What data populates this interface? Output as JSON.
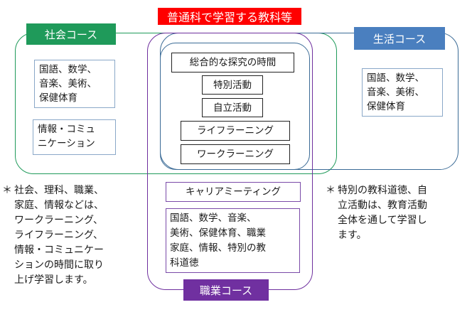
{
  "title": "普通科で学習する教科等",
  "courses": {
    "social": "社会コース",
    "life": "生活コース",
    "vocational": "職業コース"
  },
  "shared_activities": [
    "総合的な探究の時間",
    "特別活動",
    "自立活動",
    "ライフラーニング",
    "ワークラーニング"
  ],
  "social_subjects": [
    "国語、数学、",
    "音楽、美術、",
    "保健体育"
  ],
  "social_info": [
    "情報・コミュ",
    "ニケーション"
  ],
  "life_subjects": [
    "国語、数学、",
    "音楽、美術、",
    "保健体育"
  ],
  "career_meeting": "キャリアミーティング",
  "vocational_subjects": [
    "国語、数学、音楽、",
    "美術、保健体育、職業",
    "家庭、情報、特別の教",
    "科道徳"
  ],
  "note_left": {
    "mark": "＊",
    "lines": [
      "社会、理科、職業、",
      "家庭、情報などは、",
      "ワークラーニング、",
      "ライフラーニング、",
      "情報・コミュニケー",
      "ションの時間に取り",
      "上げ学習します。"
    ]
  },
  "note_right": {
    "mark": "＊",
    "lines": [
      "特別の教科道徳、自",
      "立活動は、教育活動",
      "全体を通して学習し",
      "ます。"
    ]
  },
  "colors": {
    "title_bg": "#ff0000",
    "social": "#1f9a5a",
    "life": "#4a7fbf",
    "vocational": "#7030a0"
  }
}
